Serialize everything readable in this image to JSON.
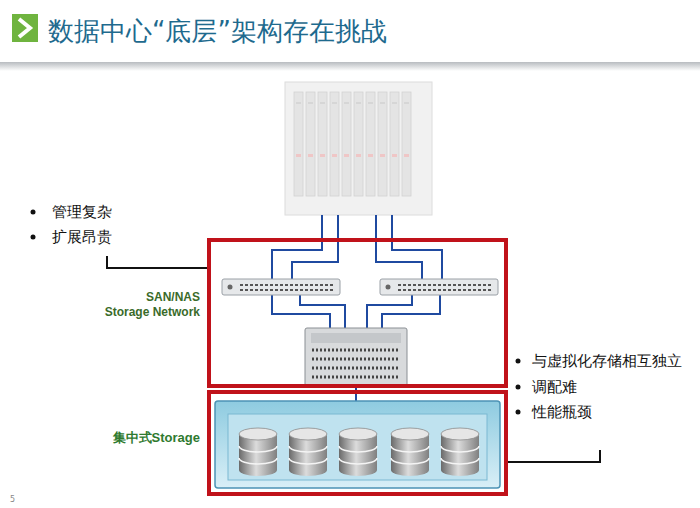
{
  "diagram": {
    "title": "数据中心“底层”架构存在挑战",
    "nodes": [
      {
        "text": [
          "SAN/NAS Storage Network"
        ]
      },
      {
        "text": [
          "集中式Storage"
        ]
      }
    ],
    "labels": [
      "管理复杂",
      "扩展昂贵",
      "与虚拟化存储相互独立",
      "调配难",
      "性能瓶颈",
      "5"
    ]
  }
}
